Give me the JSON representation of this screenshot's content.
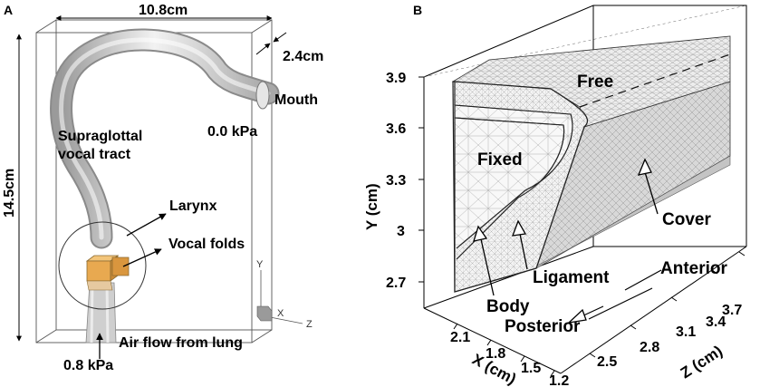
{
  "panel_a": {
    "letter": "A",
    "width_dim": "10.8cm",
    "depth_dim": "2.4cm",
    "height_dim": "14.5cm",
    "mouth": "Mouth",
    "mouth_pressure": "0.0 kPa",
    "supraglottal_line1": "Supraglottal",
    "supraglottal_line2": "vocal tract",
    "larynx": "Larynx",
    "vocal_folds": "Vocal folds",
    "air_flow": "Air flow from lung",
    "lung_pressure": "0.8 kPa",
    "axis_y": "Y",
    "axis_x": "X",
    "axis_z": "Z"
  },
  "panel_b": {
    "letter": "B",
    "y_axis_title": "Y (cm)",
    "x_axis_title": "X (cm)",
    "z_axis_title": "Z (cm)",
    "y_ticks": [
      "3.9",
      "3.6",
      "3.3",
      "3",
      "2.7"
    ],
    "x_ticks": [
      "2.1",
      "1.8",
      "1.5",
      "1.2"
    ],
    "z_ticks": [
      "2.5",
      "2.8",
      "3.1",
      "3.4",
      "3.7"
    ],
    "free": "Free",
    "fixed": "Fixed",
    "cover": "Cover",
    "ligament": "Ligament",
    "body": "Body",
    "anterior": "Anterior",
    "posterior": "Posterior"
  }
}
